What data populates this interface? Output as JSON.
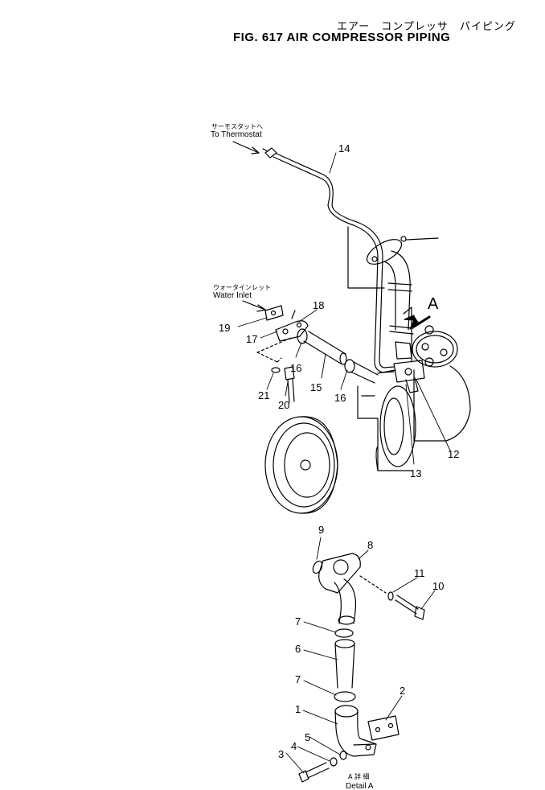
{
  "figure": {
    "title_ja": "エアー　コンプレッサ　パイピング",
    "title": "FIG. 617   AIR COMPRESSOR PIPING"
  },
  "notes": {
    "thermostat_ja": "サーモスタットへ",
    "thermostat_en": "To  Thermostat",
    "water_inlet_ja": "ウォータインレット",
    "water_inlet_en": "Water  Inlet",
    "detail_ja": "A 詳 細",
    "detail_en": "Detail  A",
    "view_marker": "A"
  },
  "callouts": {
    "c1": "1",
    "c2": "2",
    "c3": "3",
    "c4": "4",
    "c5": "5",
    "c6": "6",
    "c7a": "7",
    "c7b": "7",
    "c8": "8",
    "c9": "9",
    "c10": "10",
    "c11": "11",
    "c12": "12",
    "c13": "13",
    "c14": "14",
    "c15": "15",
    "c16a": "16",
    "c16b": "16",
    "c17": "17",
    "c18": "18",
    "c19": "19",
    "c20": "20",
    "c21": "21"
  }
}
